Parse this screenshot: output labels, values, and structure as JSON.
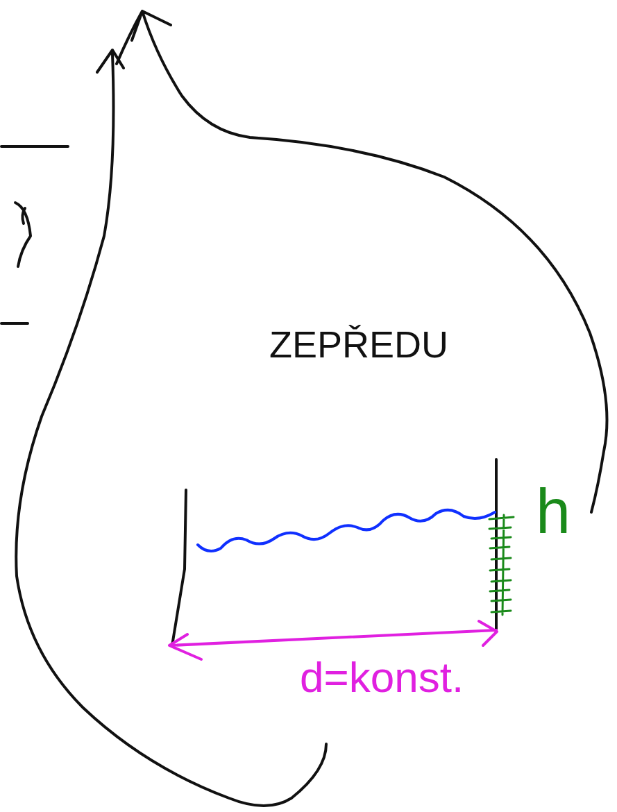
{
  "diagram": {
    "nodes": [
      {
        "text": [
          "ZEPŘEDU"
        ]
      }
    ],
    "labels": [
      "h",
      "d=konst."
    ]
  }
}
